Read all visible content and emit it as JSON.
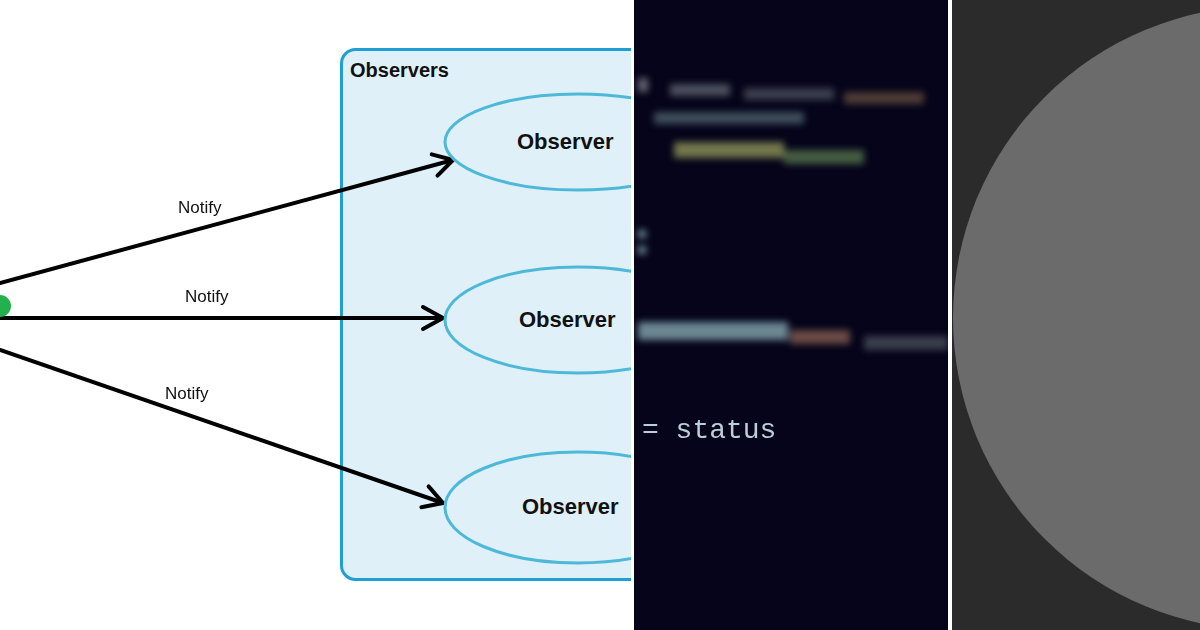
{
  "diagram": {
    "nodes": [
      {
        "text": [
          "Observers"
        ]
      },
      {
        "text": [
          "Observer"
        ],
        "in": 0
      },
      {
        "text": [
          "Observer"
        ],
        "in": 0
      },
      {
        "text": [
          "Observer"
        ],
        "in": 0
      }
    ],
    "labels": [
      "Notify",
      "Notify",
      "Notify",
      "= status"
    ]
  }
}
